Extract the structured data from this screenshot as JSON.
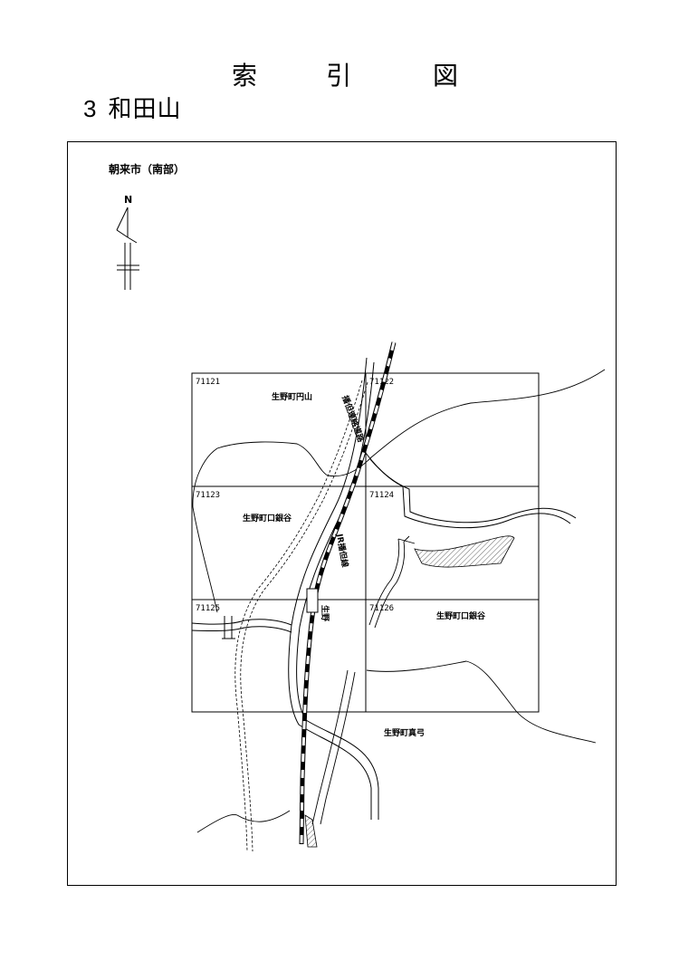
{
  "header": {
    "title_chars": [
      "索",
      "引",
      "図"
    ],
    "number": "3",
    "name": "和田山"
  },
  "map": {
    "area_label": "朝来市（南部）",
    "north": "N",
    "sheets": [
      {
        "code": "71121",
        "name": "生野町円山"
      },
      {
        "code": "71122",
        "name": ""
      },
      {
        "code": "71123",
        "name": "生野町口銀谷"
      },
      {
        "code": "71124",
        "name": ""
      },
      {
        "code": "71125",
        "name": ""
      },
      {
        "code": "71126",
        "name": "生野町口銀谷"
      }
    ],
    "outside_labels": {
      "bottom_town": "生野町真弓"
    },
    "road_label": "播但連絡道路",
    "rail_label": "JR播但線",
    "station": "生野"
  }
}
